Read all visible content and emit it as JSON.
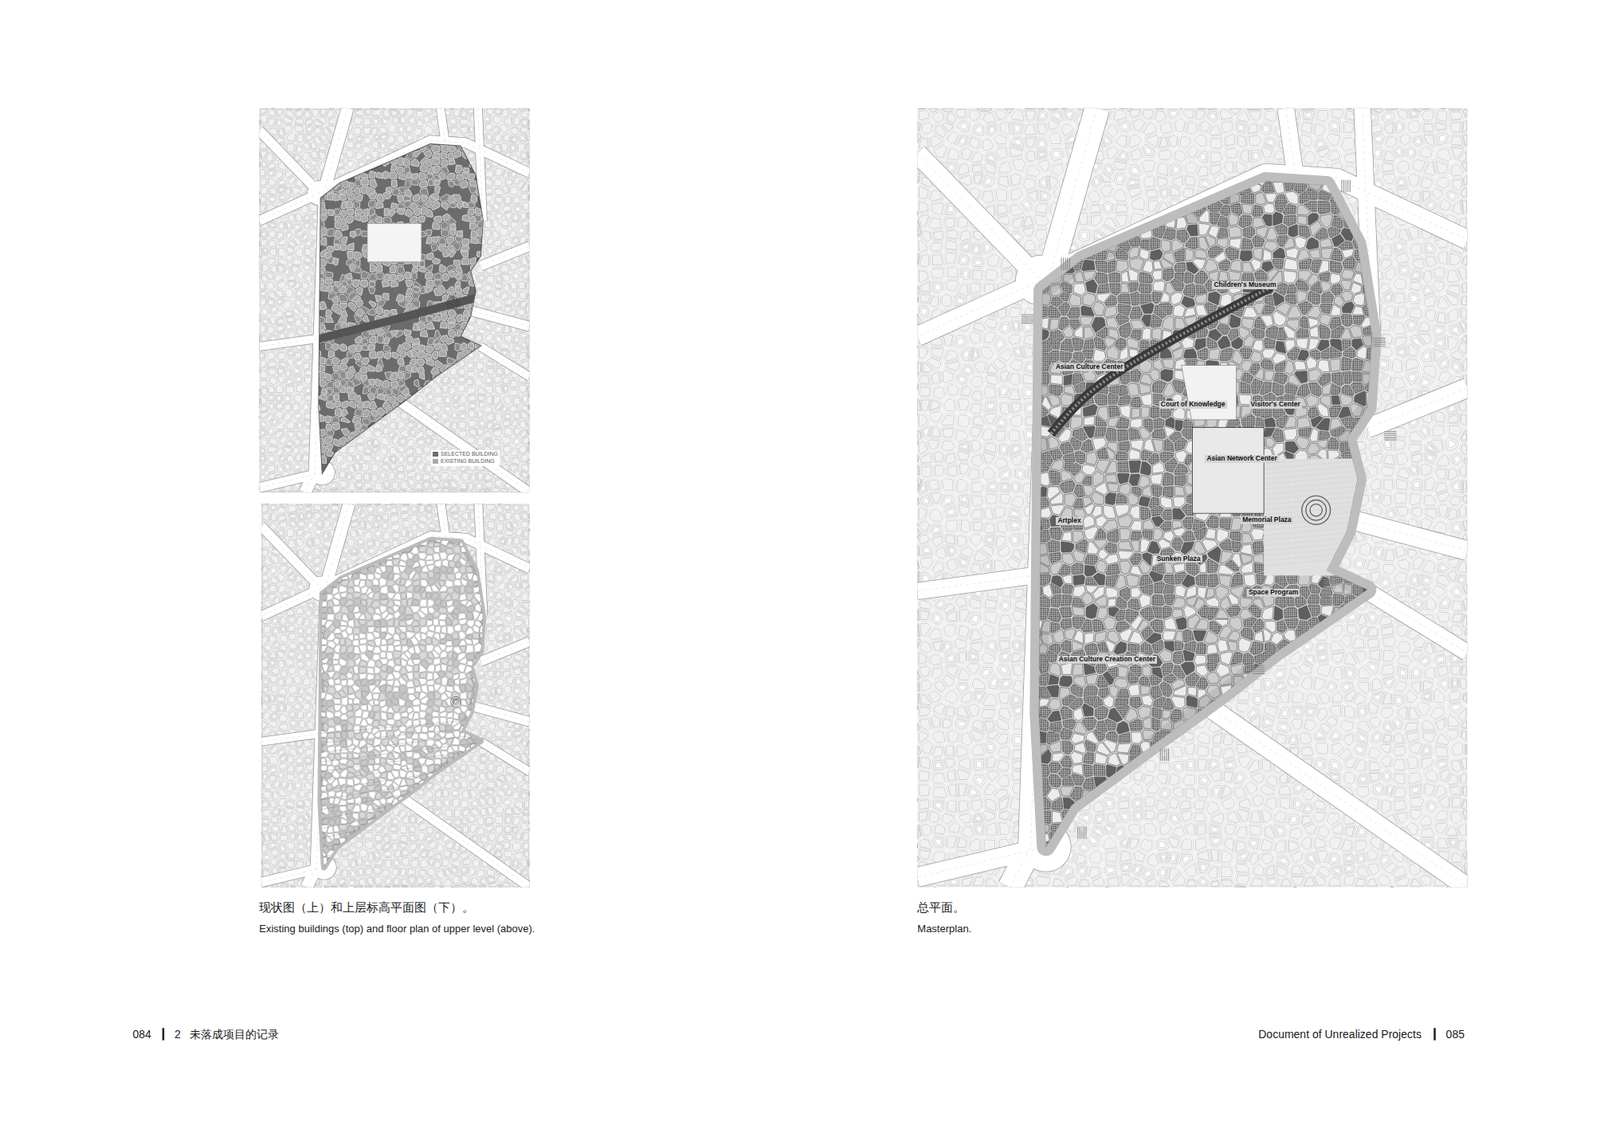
{
  "diagram": {
    "labels": [
      "现状图（上）和上层标高平面图（下）。",
      "Existing buildings (top) and floor plan of upper level (above).",
      "总平面。",
      "Masterplan.",
      "Children's Museum",
      "Asian Culture Center",
      "Court of Knowledge",
      "Visitor's Center",
      "Asian Network Center",
      "Artplex",
      "Memorial Plaza",
      "Sunken Plaza",
      "Space Program",
      "Asian Culture Creation Center",
      "084",
      "2",
      "未落成项目的记录",
      "Document of Unrealized Projects",
      "085"
    ],
    "legend": [
      {
        "text": "SELECTED BUILDING",
        "color": "#6c6c6c"
      },
      {
        "text": "EXISTING BUILDING",
        "color": "#a9a9a9"
      }
    ]
  }
}
